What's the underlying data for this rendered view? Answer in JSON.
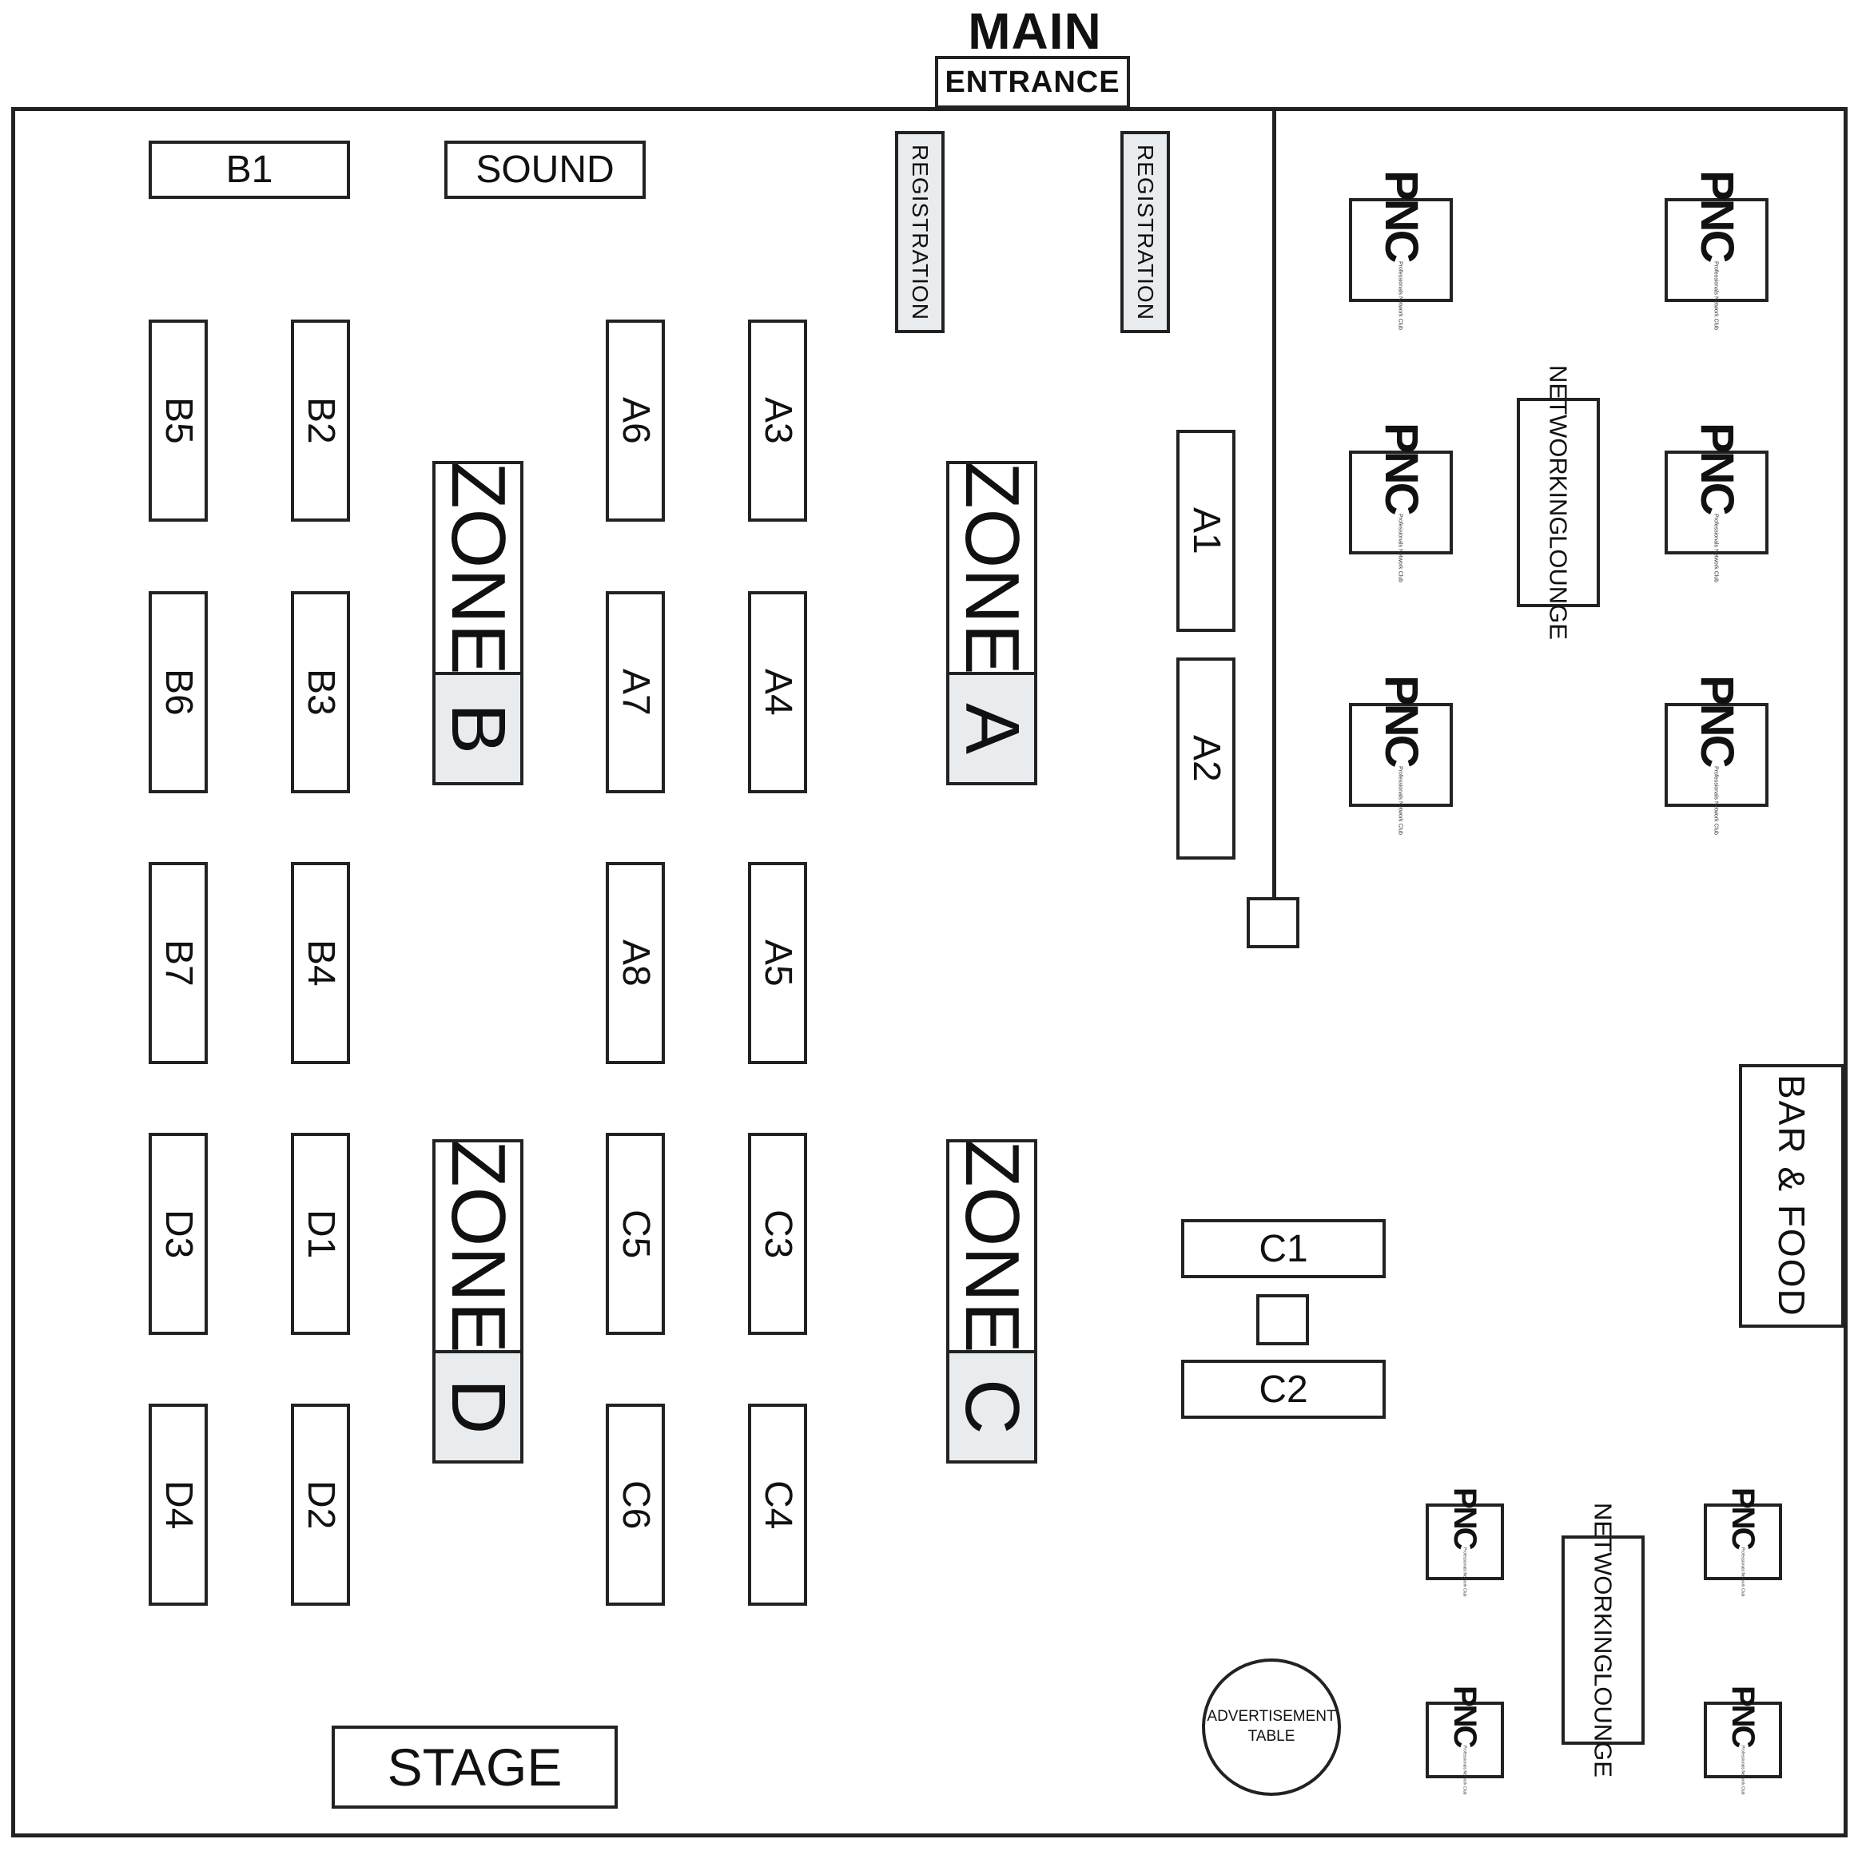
{
  "entrance": {
    "main": "MAIN",
    "entrance": "ENTRANCE"
  },
  "top_row": {
    "b1": "B1",
    "sound": "SOUND"
  },
  "registration": [
    "REGISTRATION",
    "REGISTRATION"
  ],
  "booths": {
    "b5": "B5",
    "b2": "B2",
    "b6": "B6",
    "b3": "B3",
    "b7": "B7",
    "b4": "B4",
    "a6": "A6",
    "a3": "A3",
    "a7": "A7",
    "a4": "A4",
    "a8": "A8",
    "a5": "A5",
    "a1": "A1",
    "a2": "A2",
    "d3": "D3",
    "d1": "D1",
    "d4": "D4",
    "d2": "D2",
    "c5": "C5",
    "c3": "C3",
    "c6": "C6",
    "c4": "C4",
    "c1": "C1",
    "c2": "C2"
  },
  "zones": {
    "word": "ZONE",
    "a": "A",
    "b": "B",
    "c": "C",
    "d": "D"
  },
  "networking_lounge": {
    "line1": "NETWORKING",
    "line2": "LOUNGE"
  },
  "pnc": {
    "logo": "PNC",
    "tagline": "Professionals Network Club"
  },
  "bar_food": "BAR & FOOD",
  "advertisement": {
    "line1": "ADVERTISEMENT",
    "line2": "TABLE"
  },
  "stage": "STAGE"
}
